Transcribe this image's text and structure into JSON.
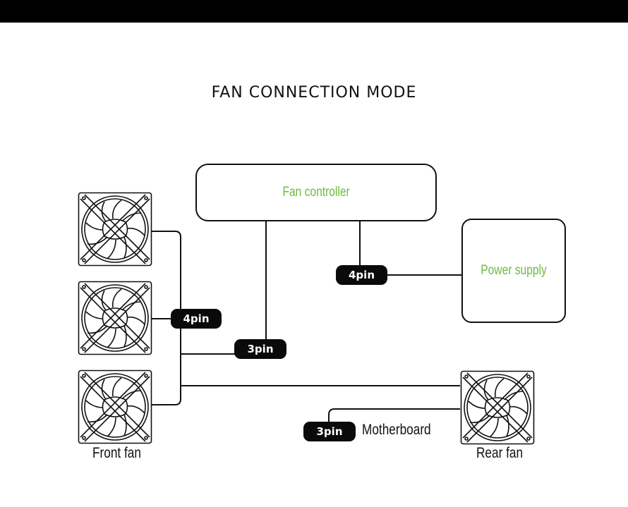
{
  "title": "FAN CONNECTION MODE",
  "colors": {
    "accent_green": "#6cbb3c",
    "line": "#111111",
    "pill": "#0a0a0a"
  },
  "nodes": {
    "fan_controller": {
      "label": "Fan controller"
    },
    "power_supply": {
      "label": "Power supply"
    },
    "motherboard": {
      "label": "Motherboard"
    },
    "front_fan": {
      "label": "Front fan",
      "count": 3,
      "icon": "fan-icon"
    },
    "rear_fan": {
      "label": "Rear fan",
      "count": 1,
      "icon": "fan-icon"
    }
  },
  "connectors": {
    "front_fans_to_controller": "4pin",
    "controller_to_fans_3pin": "3pin",
    "controller_to_power": "4pin",
    "rear_fan_to_motherboard": "3pin"
  }
}
